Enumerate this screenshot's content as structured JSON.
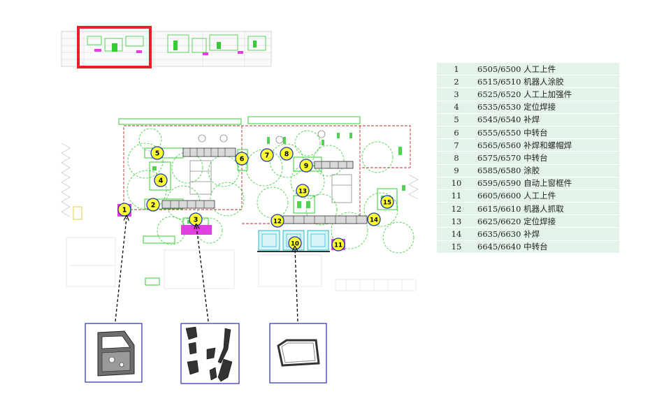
{
  "stations": [
    {
      "no": "1",
      "code": "6505/6500",
      "name": "人工上件"
    },
    {
      "no": "2",
      "code": "6515/6510",
      "name": "机器人涂胶"
    },
    {
      "no": "3",
      "code": "6525/6520",
      "name": "人工上加强件"
    },
    {
      "no": "4",
      "code": "6535/6530",
      "name": "定位焊接"
    },
    {
      "no": "5",
      "code": "6545/6540",
      "name": "补焊"
    },
    {
      "no": "6",
      "code": "6555/6550",
      "name": "中转台"
    },
    {
      "no": "7",
      "code": "6565/6560",
      "name": "补焊和螺帽焊"
    },
    {
      "no": "8",
      "code": "6575/6570",
      "name": "中转台"
    },
    {
      "no": "9",
      "code": "6585/6580",
      "name": "涂胶"
    },
    {
      "no": "10",
      "code": "6595/6590",
      "name": "自动上窗框件"
    },
    {
      "no": "11",
      "code": "6605/6600",
      "name": "人工上件"
    },
    {
      "no": "12",
      "code": "6615/6610",
      "name": "机器人抓取"
    },
    {
      "no": "13",
      "code": "6625/6620",
      "name": "定位焊接"
    },
    {
      "no": "14",
      "code": "6635/6630",
      "name": "补焊"
    },
    {
      "no": "15",
      "code": "6645/6640",
      "name": "中转台"
    }
  ],
  "markers": [
    "1",
    "2",
    "3",
    "4",
    "5",
    "6",
    "7",
    "8",
    "9",
    "10",
    "11",
    "12",
    "13",
    "14",
    "15"
  ],
  "colors": {
    "marker_fill": "#ffff33",
    "marker_stroke": "#1c3aa8",
    "plan_green": "#33cc33",
    "plan_red": "#b03030",
    "highlight_red": "#e8202a",
    "magenta_pad": "#e040e0",
    "part_frame": "#2b2bb0",
    "table_bg": "#e4f3e8"
  }
}
